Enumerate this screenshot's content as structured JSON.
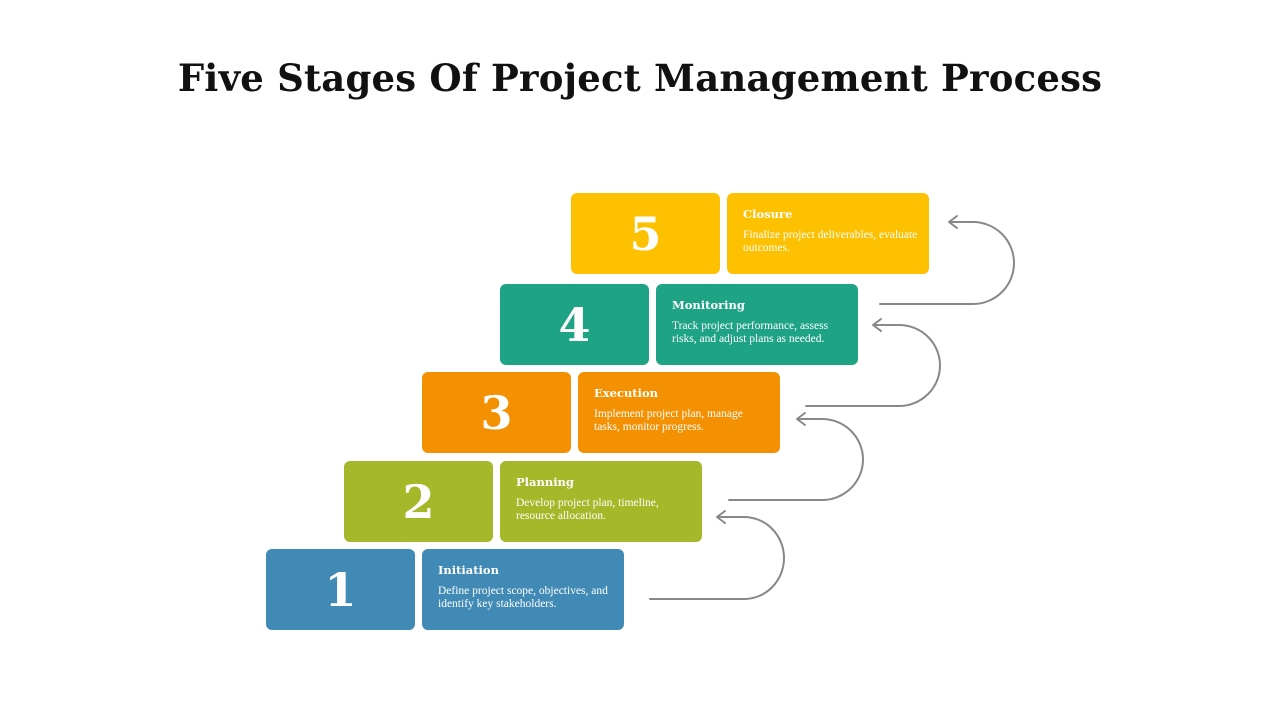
{
  "title": "Five Stages Of Project Management Process",
  "stages": [
    {
      "number": "1",
      "name": "Initiation",
      "description": "Define project scope, objectives, and identify key stakeholders.",
      "color": "#418ab5"
    },
    {
      "number": "2",
      "name": "Planning",
      "description": "Develop project plan, timeline, resource allocation.",
      "color": "#a5b829"
    },
    {
      "number": "3",
      "name": "Execution",
      "description": "Implement project plan, manage tasks, monitor progress.",
      "color": "#f49102"
    },
    {
      "number": "4",
      "name": "Monitoring",
      "description": "Track project performance, assess risks, and adjust plans as needed.",
      "color": "#1fa385"
    },
    {
      "number": "5",
      "name": "Closure",
      "description": "Finalize project deliverables, evaluate outcomes.",
      "color": "#fdc102"
    }
  ],
  "arrow_color": "#888888"
}
